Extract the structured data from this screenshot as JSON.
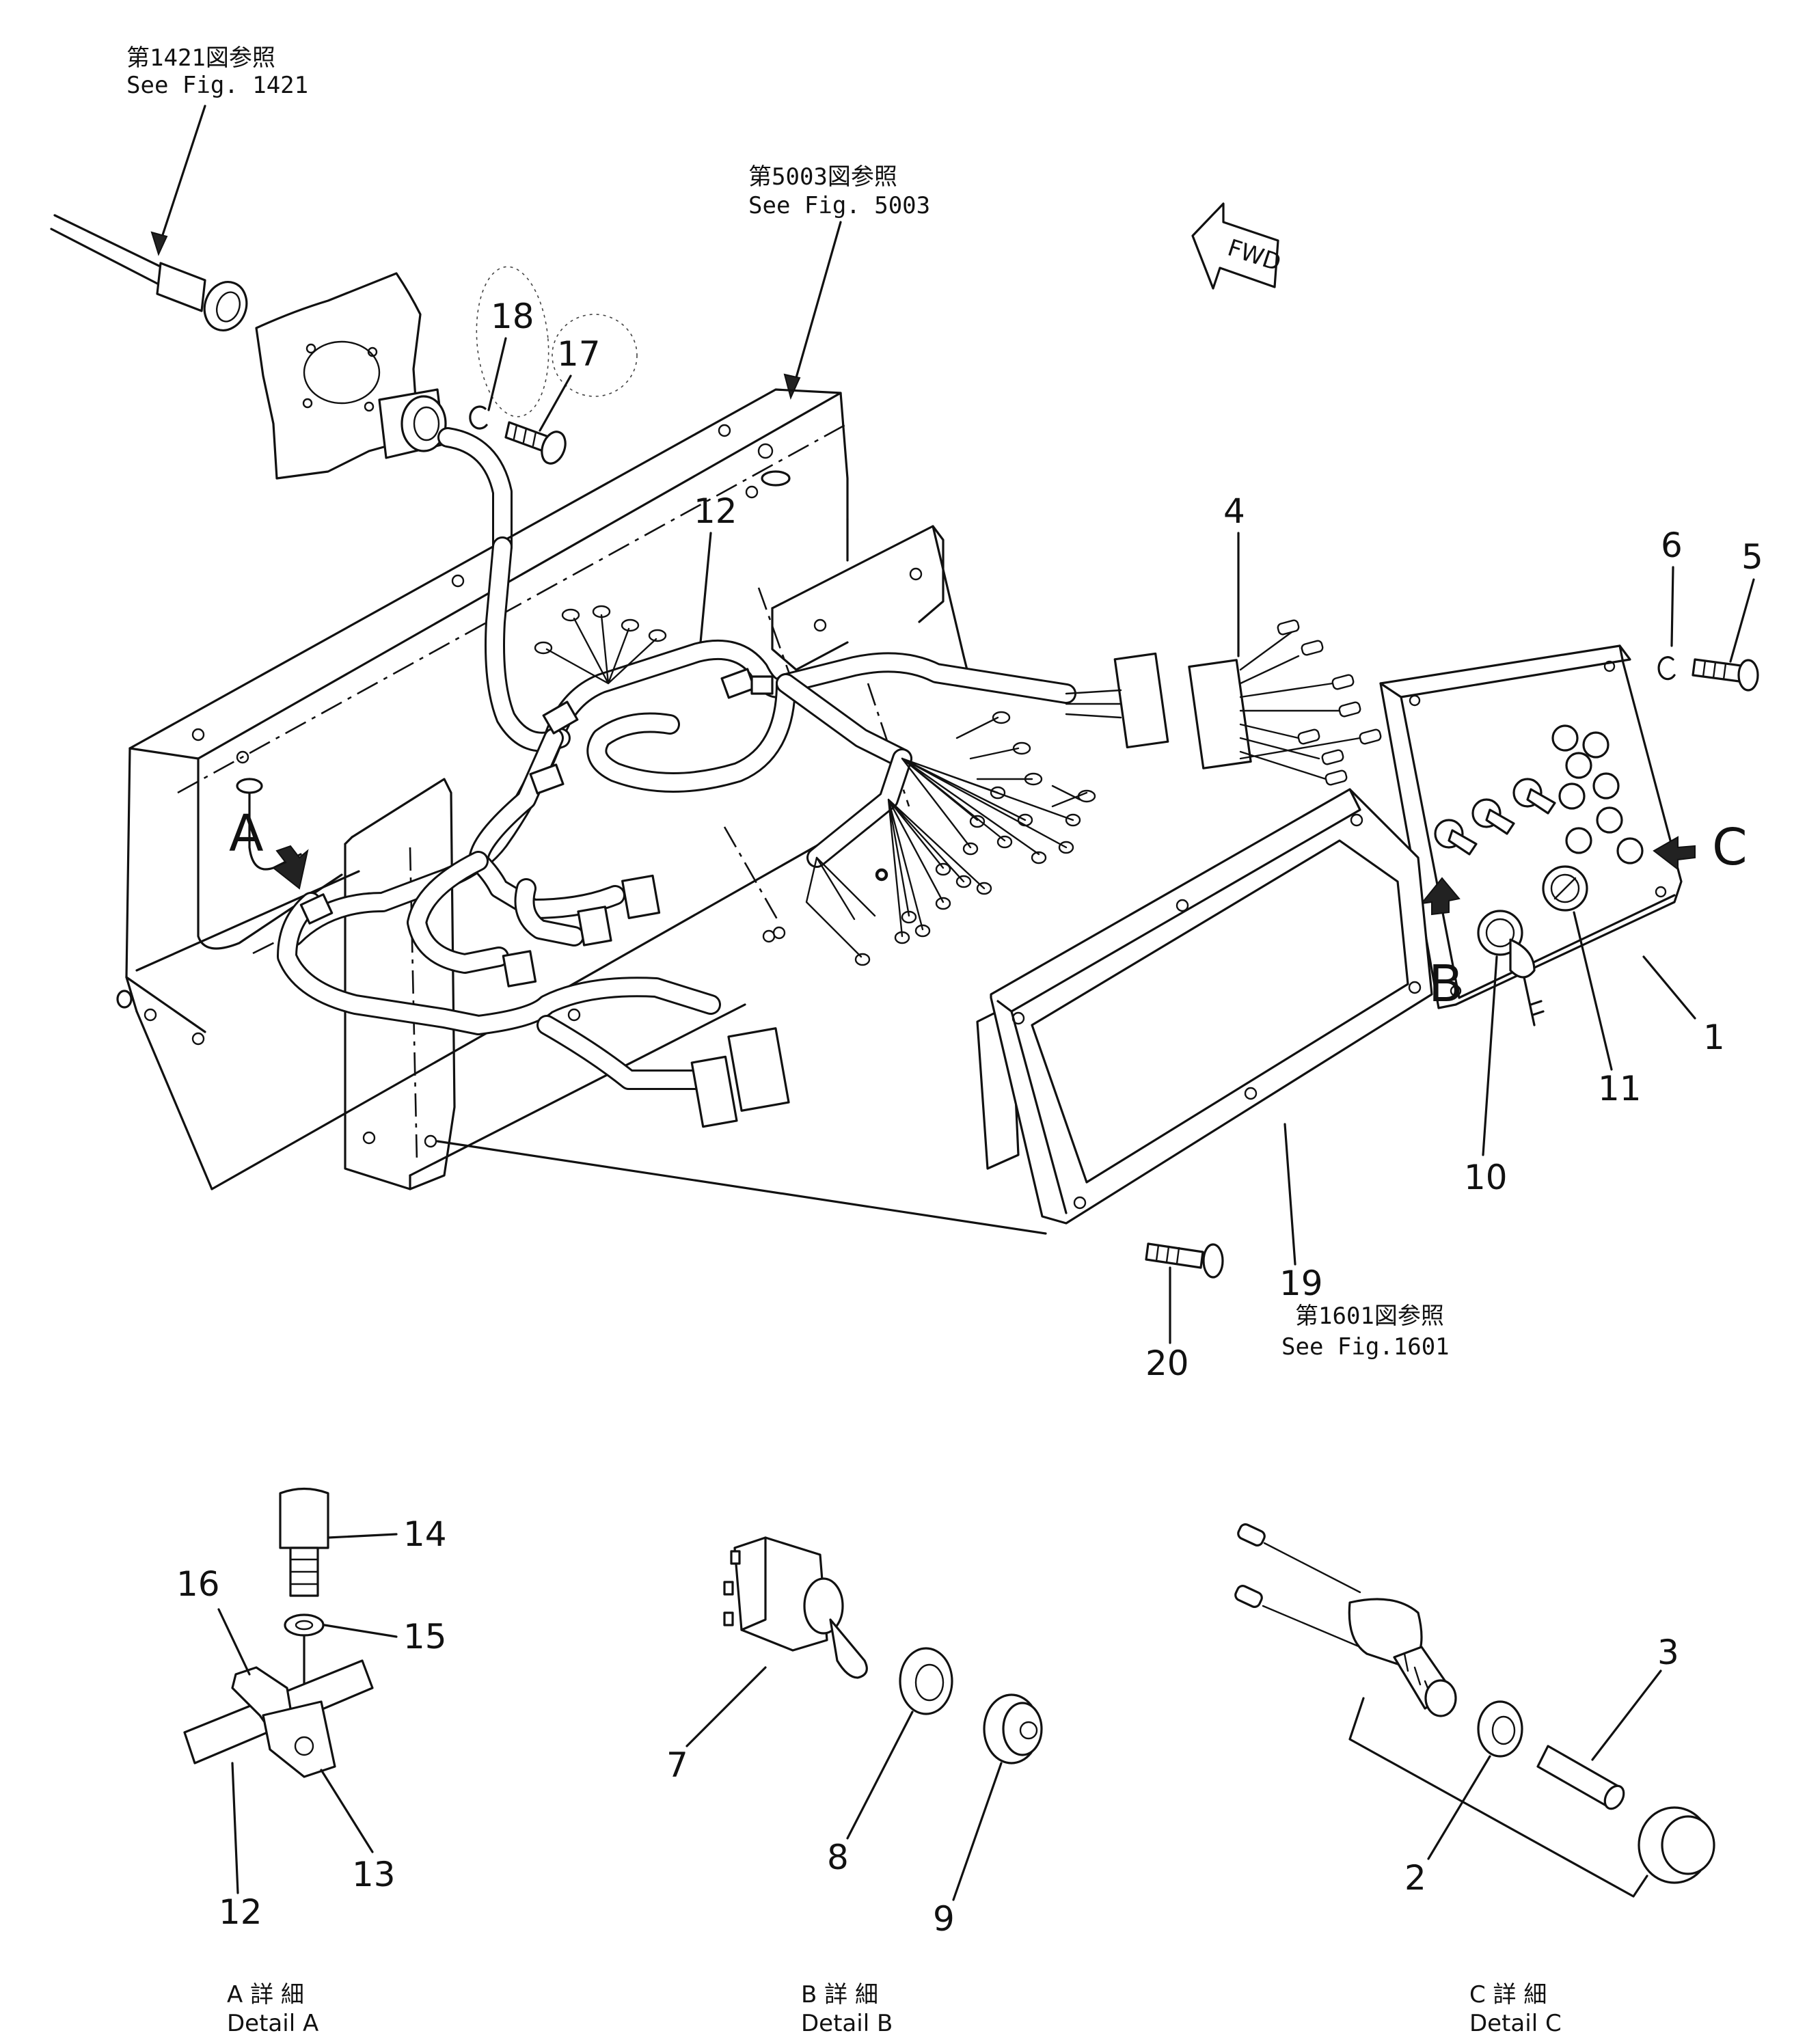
{
  "references": {
    "fig1421": {
      "jp": "第1421図参照",
      "en": "See Fig. 1421"
    },
    "fig5003": {
      "jp": "第5003図参照",
      "en": "See Fig. 5003"
    },
    "fig1601": {
      "jp": "第1601図参照",
      "en": "See Fig.1601"
    }
  },
  "direction_marker": "FWD",
  "detail_markers": {
    "a": "A",
    "b": "B",
    "c": "C"
  },
  "callouts": {
    "p1": "1",
    "p2": "2",
    "p3": "3",
    "p4": "4",
    "p5": "5",
    "p6": "6",
    "p7": "7",
    "p8": "8",
    "p9": "9",
    "p10": "10",
    "p11": "11",
    "p12": "12",
    "p13": "13",
    "p14": "14",
    "p15": "15",
    "p16": "16",
    "p17": "17",
    "p18": "18",
    "p19": "19",
    "p20": "20",
    "p12_detail": "12"
  },
  "details": {
    "a": {
      "jp": "A 詳 細",
      "en": "Detail A"
    },
    "b": {
      "jp": "B 詳 細",
      "en": "Detail B"
    },
    "c": {
      "jp": "C 詳 細",
      "en": "Detail C"
    }
  }
}
